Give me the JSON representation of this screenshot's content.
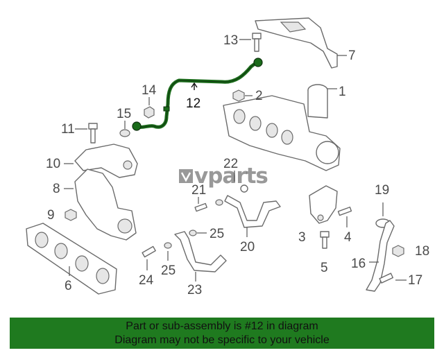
{
  "diagram": {
    "callouts": [
      "1",
      "2",
      "3",
      "4",
      "5",
      "6",
      "7",
      "8",
      "9",
      "10",
      "11",
      "12",
      "13",
      "14",
      "15",
      "16",
      "17",
      "18",
      "19",
      "20",
      "21",
      "22",
      "23",
      "24",
      "25",
      "25"
    ],
    "highlight_callout": "12",
    "colors": {
      "highlight_part": "#1a6b1a",
      "line": "#6a6a6a",
      "banner": "#1f7a1f"
    }
  },
  "watermark": {
    "text": "vparts",
    "icon": "vparts-logo-icon"
  },
  "banner": {
    "line1": "Part or sub-assembly is #12 in diagram",
    "line2": "Diagram may not be specific to your vehicle"
  }
}
